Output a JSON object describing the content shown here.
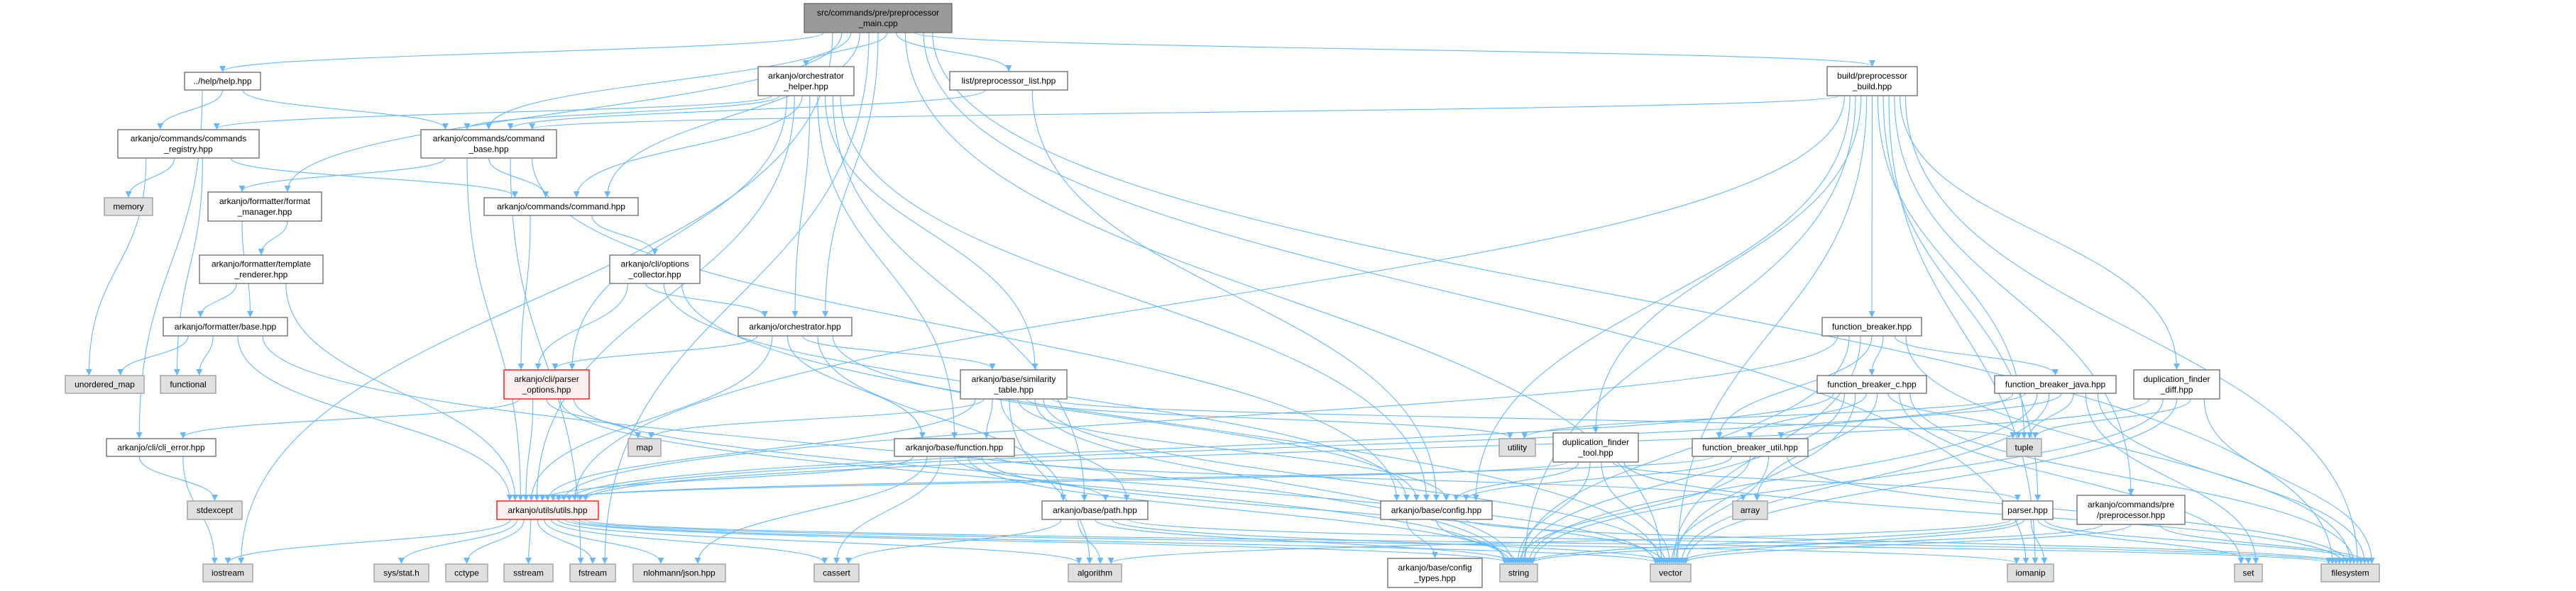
{
  "graph": {
    "colors": {
      "edge": "#63b8ff",
      "root_fill": "#999999",
      "file_fill": "#ffffff",
      "system_fill": "#e0e0e0",
      "incomplete_fill": "#fff0f0",
      "incomplete_stroke": "#ff0000"
    },
    "nodes": [
      {
        "id": "main",
        "kind": "root",
        "lines": [
          "src/commands/pre/preprocessor",
          "_main.cpp"
        ]
      },
      {
        "id": "help",
        "kind": "file",
        "lines": [
          "../help/help.hpp"
        ]
      },
      {
        "id": "orch_helper",
        "kind": "file",
        "lines": [
          "arkanjo/orchestrator",
          "_helper.hpp"
        ]
      },
      {
        "id": "list",
        "kind": "file",
        "lines": [
          "list/preprocessor_list.hpp"
        ]
      },
      {
        "id": "build",
        "kind": "file",
        "lines": [
          "build/preprocessor",
          "_build.hpp"
        ]
      },
      {
        "id": "registry",
        "kind": "file",
        "lines": [
          "arkanjo/commands/commands",
          "_registry.hpp"
        ]
      },
      {
        "id": "command_base",
        "kind": "file",
        "lines": [
          "arkanjo/commands/command",
          "_base.hpp"
        ]
      },
      {
        "id": "memory",
        "kind": "system",
        "lines": [
          "memory"
        ]
      },
      {
        "id": "format_manager",
        "kind": "file",
        "lines": [
          "arkanjo/formatter/format",
          "_manager.hpp"
        ]
      },
      {
        "id": "command",
        "kind": "file",
        "lines": [
          "arkanjo/commands/command.hpp"
        ]
      },
      {
        "id": "template_renderer",
        "kind": "file",
        "lines": [
          "arkanjo/formatter/template",
          "_renderer.hpp"
        ]
      },
      {
        "id": "options_collector",
        "kind": "file",
        "lines": [
          "arkanjo/cli/options",
          "_collector.hpp"
        ]
      },
      {
        "id": "formatter_base",
        "kind": "file",
        "lines": [
          "arkanjo/formatter/base.hpp"
        ]
      },
      {
        "id": "orchestrator",
        "kind": "file",
        "lines": [
          "arkanjo/orchestrator.hpp"
        ]
      },
      {
        "id": "function_breaker",
        "kind": "file",
        "lines": [
          "function_breaker.hpp"
        ]
      },
      {
        "id": "unordered_map",
        "kind": "system",
        "lines": [
          "unordered_map"
        ]
      },
      {
        "id": "functional",
        "kind": "system",
        "lines": [
          "functional"
        ]
      },
      {
        "id": "parser_options",
        "kind": "incomplete",
        "lines": [
          "arkanjo/cli/parser",
          "_options.hpp"
        ]
      },
      {
        "id": "similarity_table",
        "kind": "file",
        "lines": [
          "arkanjo/base/similarity",
          "_table.hpp"
        ]
      },
      {
        "id": "fb_c",
        "kind": "file",
        "lines": [
          "function_breaker_c.hpp"
        ]
      },
      {
        "id": "fb_java",
        "kind": "file",
        "lines": [
          "function_breaker_java.hpp"
        ]
      },
      {
        "id": "dup_diff",
        "kind": "file",
        "lines": [
          "duplication_finder",
          "_diff.hpp"
        ]
      },
      {
        "id": "cli_error",
        "kind": "file",
        "lines": [
          "arkanjo/cli/cli_error.hpp"
        ]
      },
      {
        "id": "map",
        "kind": "system",
        "lines": [
          "map"
        ]
      },
      {
        "id": "function",
        "kind": "file",
        "lines": [
          "arkanjo/base/function.hpp"
        ]
      },
      {
        "id": "utility",
        "kind": "system",
        "lines": [
          "utility"
        ]
      },
      {
        "id": "dup_tool",
        "kind": "file",
        "lines": [
          "duplication_finder",
          "_tool.hpp"
        ]
      },
      {
        "id": "fb_util",
        "kind": "file",
        "lines": [
          "function_breaker_util.hpp"
        ]
      },
      {
        "id": "tuple",
        "kind": "system",
        "lines": [
          "tuple"
        ]
      },
      {
        "id": "stdexcept",
        "kind": "system",
        "lines": [
          "stdexcept"
        ]
      },
      {
        "id": "utils",
        "kind": "incomplete",
        "lines": [
          "arkanjo/utils/utils.hpp"
        ]
      },
      {
        "id": "path",
        "kind": "file",
        "lines": [
          "arkanjo/base/path.hpp"
        ]
      },
      {
        "id": "config",
        "kind": "file",
        "lines": [
          "arkanjo/base/config.hpp"
        ]
      },
      {
        "id": "array",
        "kind": "system",
        "lines": [
          "array"
        ]
      },
      {
        "id": "parser",
        "kind": "file",
        "lines": [
          "parser.hpp"
        ]
      },
      {
        "id": "preprocessor",
        "kind": "file",
        "lines": [
          "arkanjo/commands/pre",
          "/preprocessor.hpp"
        ]
      },
      {
        "id": "iostream",
        "kind": "system",
        "lines": [
          "iostream"
        ]
      },
      {
        "id": "sysstat",
        "kind": "system",
        "lines": [
          "sys/stat.h"
        ]
      },
      {
        "id": "cctype",
        "kind": "system",
        "lines": [
          "cctype"
        ]
      },
      {
        "id": "sstream",
        "kind": "system",
        "lines": [
          "sstream"
        ]
      },
      {
        "id": "fstream",
        "kind": "system",
        "lines": [
          "fstream"
        ]
      },
      {
        "id": "json",
        "kind": "system",
        "lines": [
          "nlohmann/json.hpp"
        ]
      },
      {
        "id": "cassert",
        "kind": "system",
        "lines": [
          "cassert"
        ]
      },
      {
        "id": "algorithm",
        "kind": "system",
        "lines": [
          "algorithm"
        ]
      },
      {
        "id": "config_types",
        "kind": "file",
        "lines": [
          "arkanjo/base/config",
          "_types.hpp"
        ]
      },
      {
        "id": "string",
        "kind": "system",
        "lines": [
          "string"
        ]
      },
      {
        "id": "vector",
        "kind": "system",
        "lines": [
          "vector"
        ]
      },
      {
        "id": "iomanip",
        "kind": "system",
        "lines": [
          "iomanip"
        ]
      },
      {
        "id": "set",
        "kind": "system",
        "lines": [
          "set"
        ]
      },
      {
        "id": "filesystem",
        "kind": "system",
        "lines": [
          "filesystem"
        ]
      }
    ],
    "edges": [
      [
        "main",
        "help"
      ],
      [
        "main",
        "orch_helper"
      ],
      [
        "main",
        "list"
      ],
      [
        "main",
        "build"
      ],
      [
        "main",
        "command_base"
      ],
      [
        "main",
        "command"
      ],
      [
        "main",
        "format_manager"
      ],
      [
        "main",
        "orchestrator"
      ],
      [
        "main",
        "iostream"
      ],
      [
        "main",
        "fstream"
      ],
      [
        "main",
        "vector"
      ],
      [
        "main",
        "iomanip"
      ],
      [
        "main",
        "filesystem"
      ],
      [
        "help",
        "registry"
      ],
      [
        "help",
        "command_base"
      ],
      [
        "help",
        "cli_error"
      ],
      [
        "registry",
        "memory"
      ],
      [
        "registry",
        "unordered_map"
      ],
      [
        "registry",
        "functional"
      ],
      [
        "registry",
        "command"
      ],
      [
        "command_base",
        "command"
      ],
      [
        "command_base",
        "format_manager"
      ],
      [
        "command_base",
        "utils"
      ],
      [
        "command_base",
        "fstream"
      ],
      [
        "command_base",
        "config"
      ],
      [
        "format_manager",
        "template_renderer"
      ],
      [
        "format_manager",
        "formatter_base"
      ],
      [
        "template_renderer",
        "formatter_base"
      ],
      [
        "template_renderer",
        "utils"
      ],
      [
        "command",
        "options_collector"
      ],
      [
        "command",
        "parser_options"
      ],
      [
        "options_collector",
        "parser_options"
      ],
      [
        "options_collector",
        "orchestrator"
      ],
      [
        "options_collector",
        "config"
      ],
      [
        "options_collector",
        "vector"
      ],
      [
        "formatter_base",
        "unordered_map"
      ],
      [
        "formatter_base",
        "functional"
      ],
      [
        "formatter_base",
        "utils"
      ],
      [
        "formatter_base",
        "string"
      ],
      [
        "parser_options",
        "cli_error"
      ],
      [
        "parser_options",
        "map"
      ],
      [
        "parser_options",
        "utils"
      ],
      [
        "parser_options",
        "string"
      ],
      [
        "parser_options",
        "vector"
      ],
      [
        "cli_error",
        "stdexcept"
      ],
      [
        "cli_error",
        "iostream"
      ],
      [
        "utils",
        "iostream"
      ],
      [
        "utils",
        "sysstat"
      ],
      [
        "utils",
        "cctype"
      ],
      [
        "utils",
        "sstream"
      ],
      [
        "utils",
        "fstream"
      ],
      [
        "utils",
        "json"
      ],
      [
        "utils",
        "algorithm"
      ],
      [
        "utils",
        "cassert"
      ],
      [
        "utils",
        "vector"
      ],
      [
        "utils",
        "string"
      ],
      [
        "utils",
        "iomanip"
      ],
      [
        "utils",
        "filesystem"
      ],
      [
        "orch_helper",
        "registry"
      ],
      [
        "orch_helper",
        "command_base"
      ],
      [
        "orch_helper",
        "command"
      ],
      [
        "orch_helper",
        "orchestrator"
      ],
      [
        "orch_helper",
        "similarity_table"
      ],
      [
        "orch_helper",
        "function"
      ],
      [
        "orch_helper",
        "parser_options"
      ],
      [
        "orch_helper",
        "utils"
      ],
      [
        "orch_helper",
        "config"
      ],
      [
        "orch_helper",
        "path"
      ],
      [
        "orchestrator",
        "parser_options"
      ],
      [
        "orchestrator",
        "similarity_table"
      ],
      [
        "orchestrator",
        "function"
      ],
      [
        "orchestrator",
        "utils"
      ],
      [
        "orchestrator",
        "config"
      ],
      [
        "orchestrator",
        "path"
      ],
      [
        "similarity_table",
        "function"
      ],
      [
        "similarity_table",
        "path"
      ],
      [
        "similarity_table",
        "utils"
      ],
      [
        "similarity_table",
        "map"
      ],
      [
        "similarity_table",
        "utility"
      ],
      [
        "similarity_table",
        "tuple"
      ],
      [
        "similarity_table",
        "vector"
      ],
      [
        "similarity_table",
        "string"
      ],
      [
        "similarity_table",
        "algorithm"
      ],
      [
        "similarity_table",
        "config"
      ],
      [
        "function",
        "path"
      ],
      [
        "function",
        "utils"
      ],
      [
        "function",
        "json"
      ],
      [
        "function",
        "array"
      ],
      [
        "function",
        "vector"
      ],
      [
        "function",
        "string"
      ],
      [
        "function",
        "cassert"
      ],
      [
        "path",
        "cassert"
      ],
      [
        "path",
        "algorithm"
      ],
      [
        "path",
        "string"
      ],
      [
        "path",
        "vector"
      ],
      [
        "path",
        "filesystem"
      ],
      [
        "config",
        "config_types"
      ],
      [
        "config",
        "string"
      ],
      [
        "config",
        "filesystem"
      ],
      [
        "list",
        "command_base"
      ],
      [
        "list",
        "config"
      ],
      [
        "build",
        "command_base"
      ],
      [
        "build",
        "config"
      ],
      [
        "build",
        "string"
      ],
      [
        "build",
        "tuple"
      ],
      [
        "build",
        "function_breaker"
      ],
      [
        "build",
        "dup_tool"
      ],
      [
        "build",
        "dup_diff"
      ],
      [
        "build",
        "parser"
      ],
      [
        "build",
        "preprocessor"
      ],
      [
        "build",
        "vector"
      ],
      [
        "build",
        "filesystem"
      ],
      [
        "build",
        "iomanip"
      ],
      [
        "build",
        "utils"
      ],
      [
        "function_breaker",
        "utils"
      ],
      [
        "function_breaker",
        "fb_c"
      ],
      [
        "function_breaker",
        "fb_java"
      ],
      [
        "function_breaker",
        "fb_util"
      ],
      [
        "function_breaker",
        "string"
      ],
      [
        "function_breaker",
        "vector"
      ],
      [
        "function_breaker",
        "filesystem"
      ],
      [
        "fb_c",
        "utils"
      ],
      [
        "fb_c",
        "fb_util"
      ],
      [
        "fb_c",
        "tuple"
      ],
      [
        "fb_c",
        "array"
      ],
      [
        "fb_c",
        "string"
      ],
      [
        "fb_c",
        "vector"
      ],
      [
        "fb_c",
        "filesystem"
      ],
      [
        "fb_c",
        "set"
      ],
      [
        "fb_java",
        "utils"
      ],
      [
        "fb_java",
        "fb_util"
      ],
      [
        "fb_java",
        "tuple"
      ],
      [
        "fb_java",
        "string"
      ],
      [
        "fb_java",
        "vector"
      ],
      [
        "fb_java",
        "filesystem"
      ],
      [
        "fb_java",
        "set"
      ],
      [
        "fb_java",
        "utility"
      ],
      [
        "dup_diff",
        "tuple"
      ],
      [
        "dup_diff",
        "utils"
      ],
      [
        "dup_diff",
        "string"
      ],
      [
        "dup_diff",
        "vector"
      ],
      [
        "dup_diff",
        "filesystem"
      ],
      [
        "dup_tool",
        "config"
      ],
      [
        "dup_tool",
        "parser"
      ],
      [
        "dup_tool",
        "string"
      ],
      [
        "dup_tool",
        "vector"
      ],
      [
        "dup_tool",
        "utils"
      ],
      [
        "dup_tool",
        "filesystem"
      ],
      [
        "fb_util",
        "utils"
      ],
      [
        "fb_util",
        "config"
      ],
      [
        "fb_util",
        "string"
      ],
      [
        "fb_util",
        "vector"
      ],
      [
        "fb_util",
        "filesystem"
      ],
      [
        "parser",
        "iomanip"
      ],
      [
        "parser",
        "set"
      ],
      [
        "parser",
        "string"
      ],
      [
        "parser",
        "vector"
      ],
      [
        "parser",
        "filesystem"
      ],
      [
        "parser",
        "algorithm"
      ],
      [
        "preprocessor",
        "vector"
      ],
      [
        "preprocessor",
        "string"
      ],
      [
        "preprocessor",
        "filesystem"
      ]
    ]
  }
}
